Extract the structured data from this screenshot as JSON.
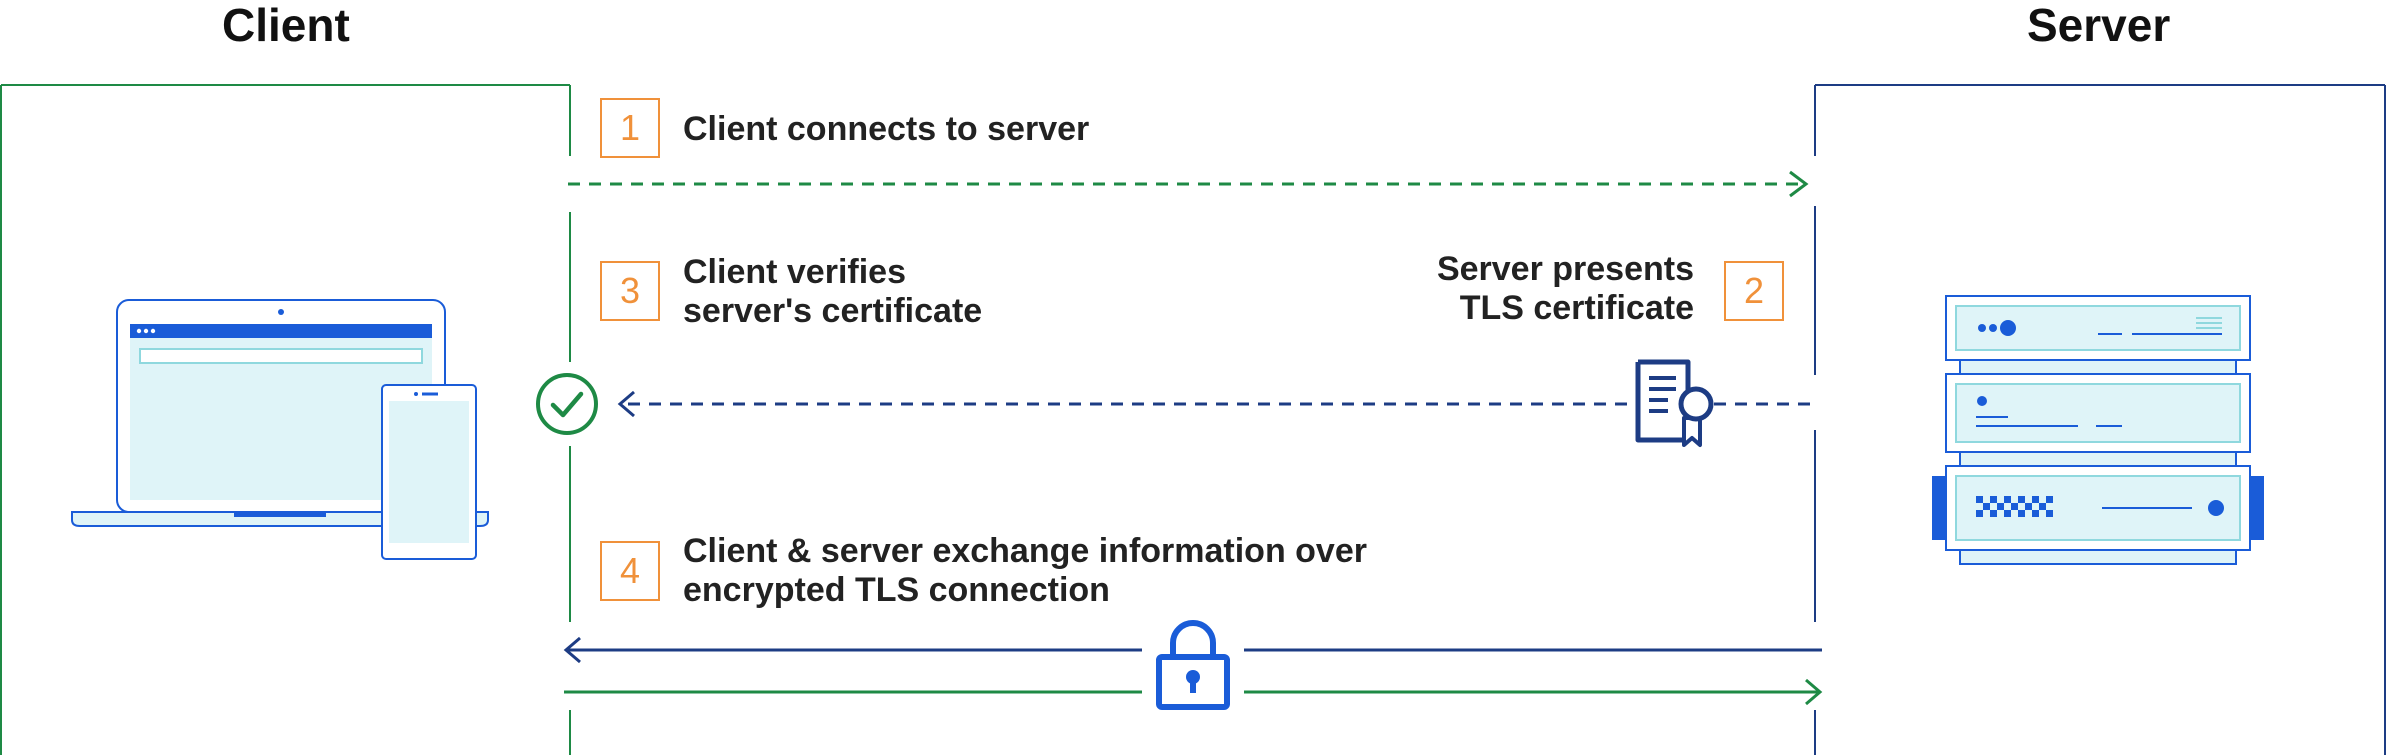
{
  "client": {
    "title": "Client"
  },
  "server": {
    "title": "Server"
  },
  "steps": [
    {
      "number": "1",
      "text": "Client connects to server"
    },
    {
      "number": "2",
      "line1": "Server presents",
      "line2": "TLS certificate"
    },
    {
      "number": "3",
      "line1": "Client verifies",
      "line2": "server's certificate"
    },
    {
      "number": "4",
      "line1": "Client & server exchange information over",
      "line2": "encrypted TLS connection"
    }
  ],
  "colors": {
    "client_green": "#1e8a45",
    "server_navy": "#1d3c84",
    "accent_orange": "#f0913a",
    "device_blue": "#1a5cd8",
    "device_fill": "#dff4f8",
    "device_teal": "#8fd8de"
  },
  "icons": {
    "laptop": "laptop-icon",
    "phone": "phone-icon",
    "server": "server-rack-icon",
    "certificate": "certificate-icon",
    "check": "check-circle-icon",
    "lock": "lock-icon"
  }
}
